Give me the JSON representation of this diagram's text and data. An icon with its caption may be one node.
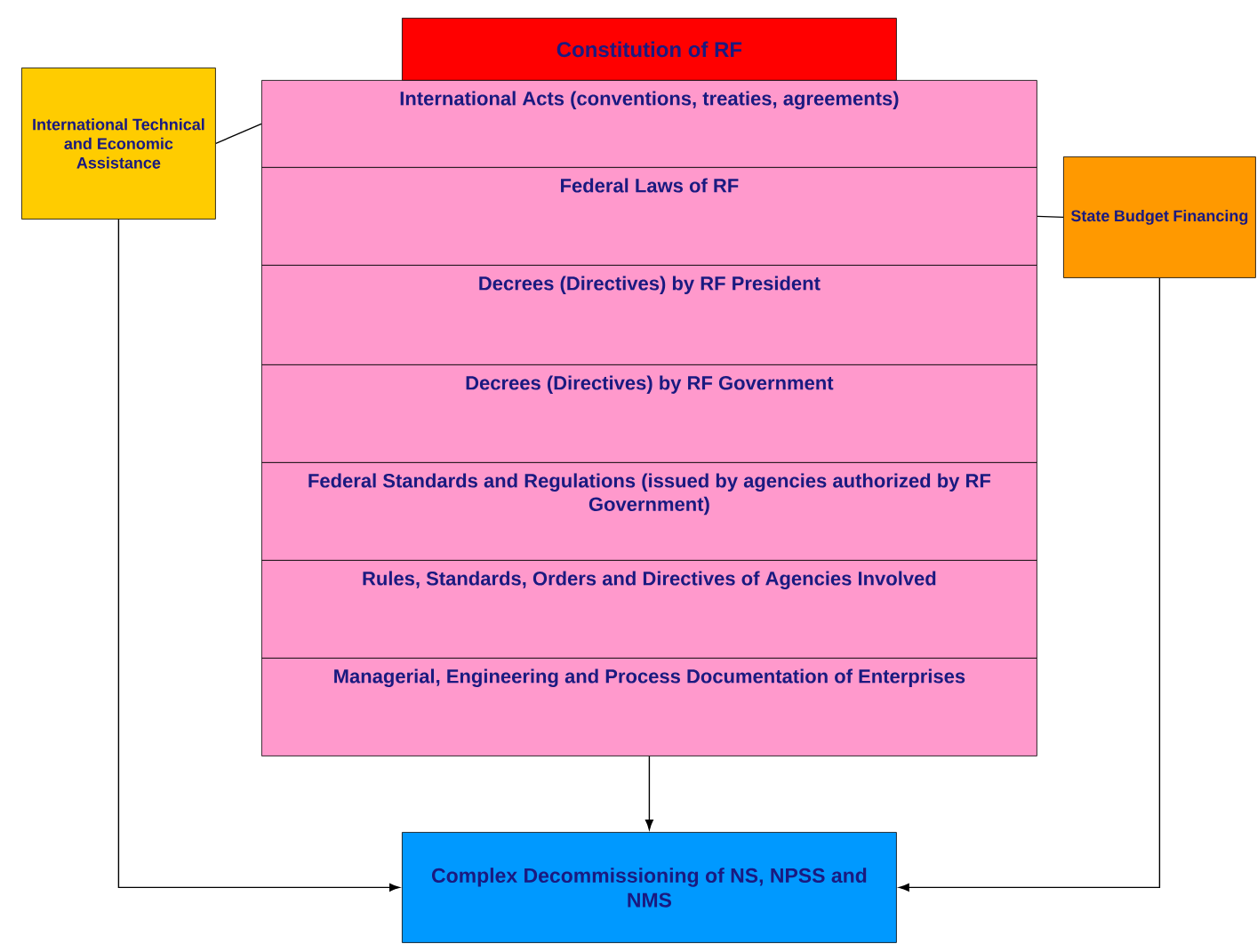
{
  "diagram": {
    "nodes": [
      {
        "text": [
          "Constitution of RF"
        ]
      },
      {
        "text": [
          "International Technical and Economic Assistance"
        ]
      },
      {
        "text": [
          "International Acts (conventions, treaties, agreements)"
        ]
      },
      {
        "text": [
          "Federal Laws of RF"
        ]
      },
      {
        "text": [
          "Decrees (Directives) by RF President"
        ]
      },
      {
        "text": [
          "Decrees (Directives) by RF Government"
        ]
      },
      {
        "text": [
          "Federal Standards and Regulations (issued by agencies authorized by RF Government)"
        ]
      },
      {
        "text": [
          "Rules, Standards, Orders and Directives of Agencies Involved"
        ]
      },
      {
        "text": [
          "Managerial, Engineering and Process Documentation of Enterprises"
        ]
      },
      {
        "text": [
          "State Budget Financing"
        ]
      },
      {
        "text": [
          "Complex Decommissioning of NS, NPSS and NMS"
        ]
      }
    ],
    "edges": [
      {
        "from": 1,
        "to": 2,
        "arrow": "none"
      },
      {
        "from": 9,
        "to": 3,
        "arrow": "none"
      },
      {
        "from": 8,
        "to": 10,
        "arrow": "to"
      },
      {
        "from": 1,
        "to": 10,
        "arrow": "to"
      },
      {
        "from": 9,
        "to": 10,
        "arrow": "to"
      }
    ]
  }
}
